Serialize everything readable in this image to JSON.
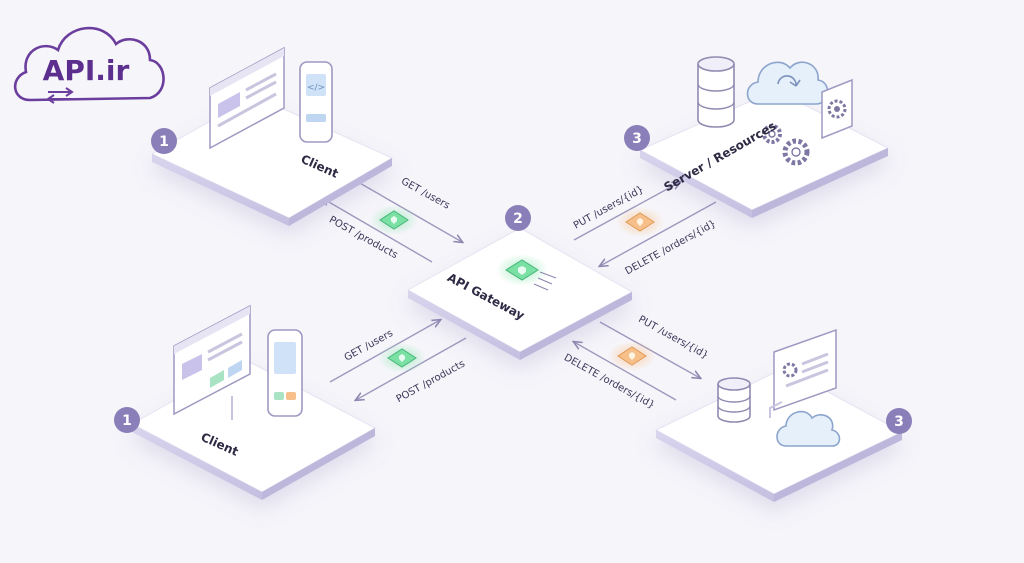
{
  "logo": {
    "text": "API.ir"
  },
  "nodes": {
    "client_top": {
      "badge": "1",
      "label": "Client"
    },
    "client_bottom": {
      "badge": "1",
      "label": "Client"
    },
    "gateway": {
      "badge": "2",
      "label": "API Gateway"
    },
    "server_top": {
      "badge": "3",
      "label": "Server / Resources"
    },
    "server_bottom": {
      "badge": "3"
    }
  },
  "edges": {
    "top_left_request": "GET /users",
    "top_left_response": "POST /products",
    "top_right_request": "PUT /users/{id}",
    "top_right_response": "DELETE /orders/{id}",
    "bottom_left_request": "GET /users",
    "bottom_left_response": "POST /products",
    "bottom_right_request": "PUT /users/{id}",
    "bottom_right_response": "DELETE /orders/{id}"
  },
  "colors": {
    "brand": "#6b3e9e",
    "badge": "#8a7fb8",
    "platform_top": "#ffffff",
    "platform_side": "#cfcae6",
    "line": "#9d98bd",
    "packet_green": "#7be0a4",
    "packet_orange": "#f7c08a"
  },
  "icons": {
    "logo": "cloud-swap-icon",
    "server": "database-icon",
    "cloud": "cloud-sync-icon",
    "settings": "gear-icon"
  }
}
